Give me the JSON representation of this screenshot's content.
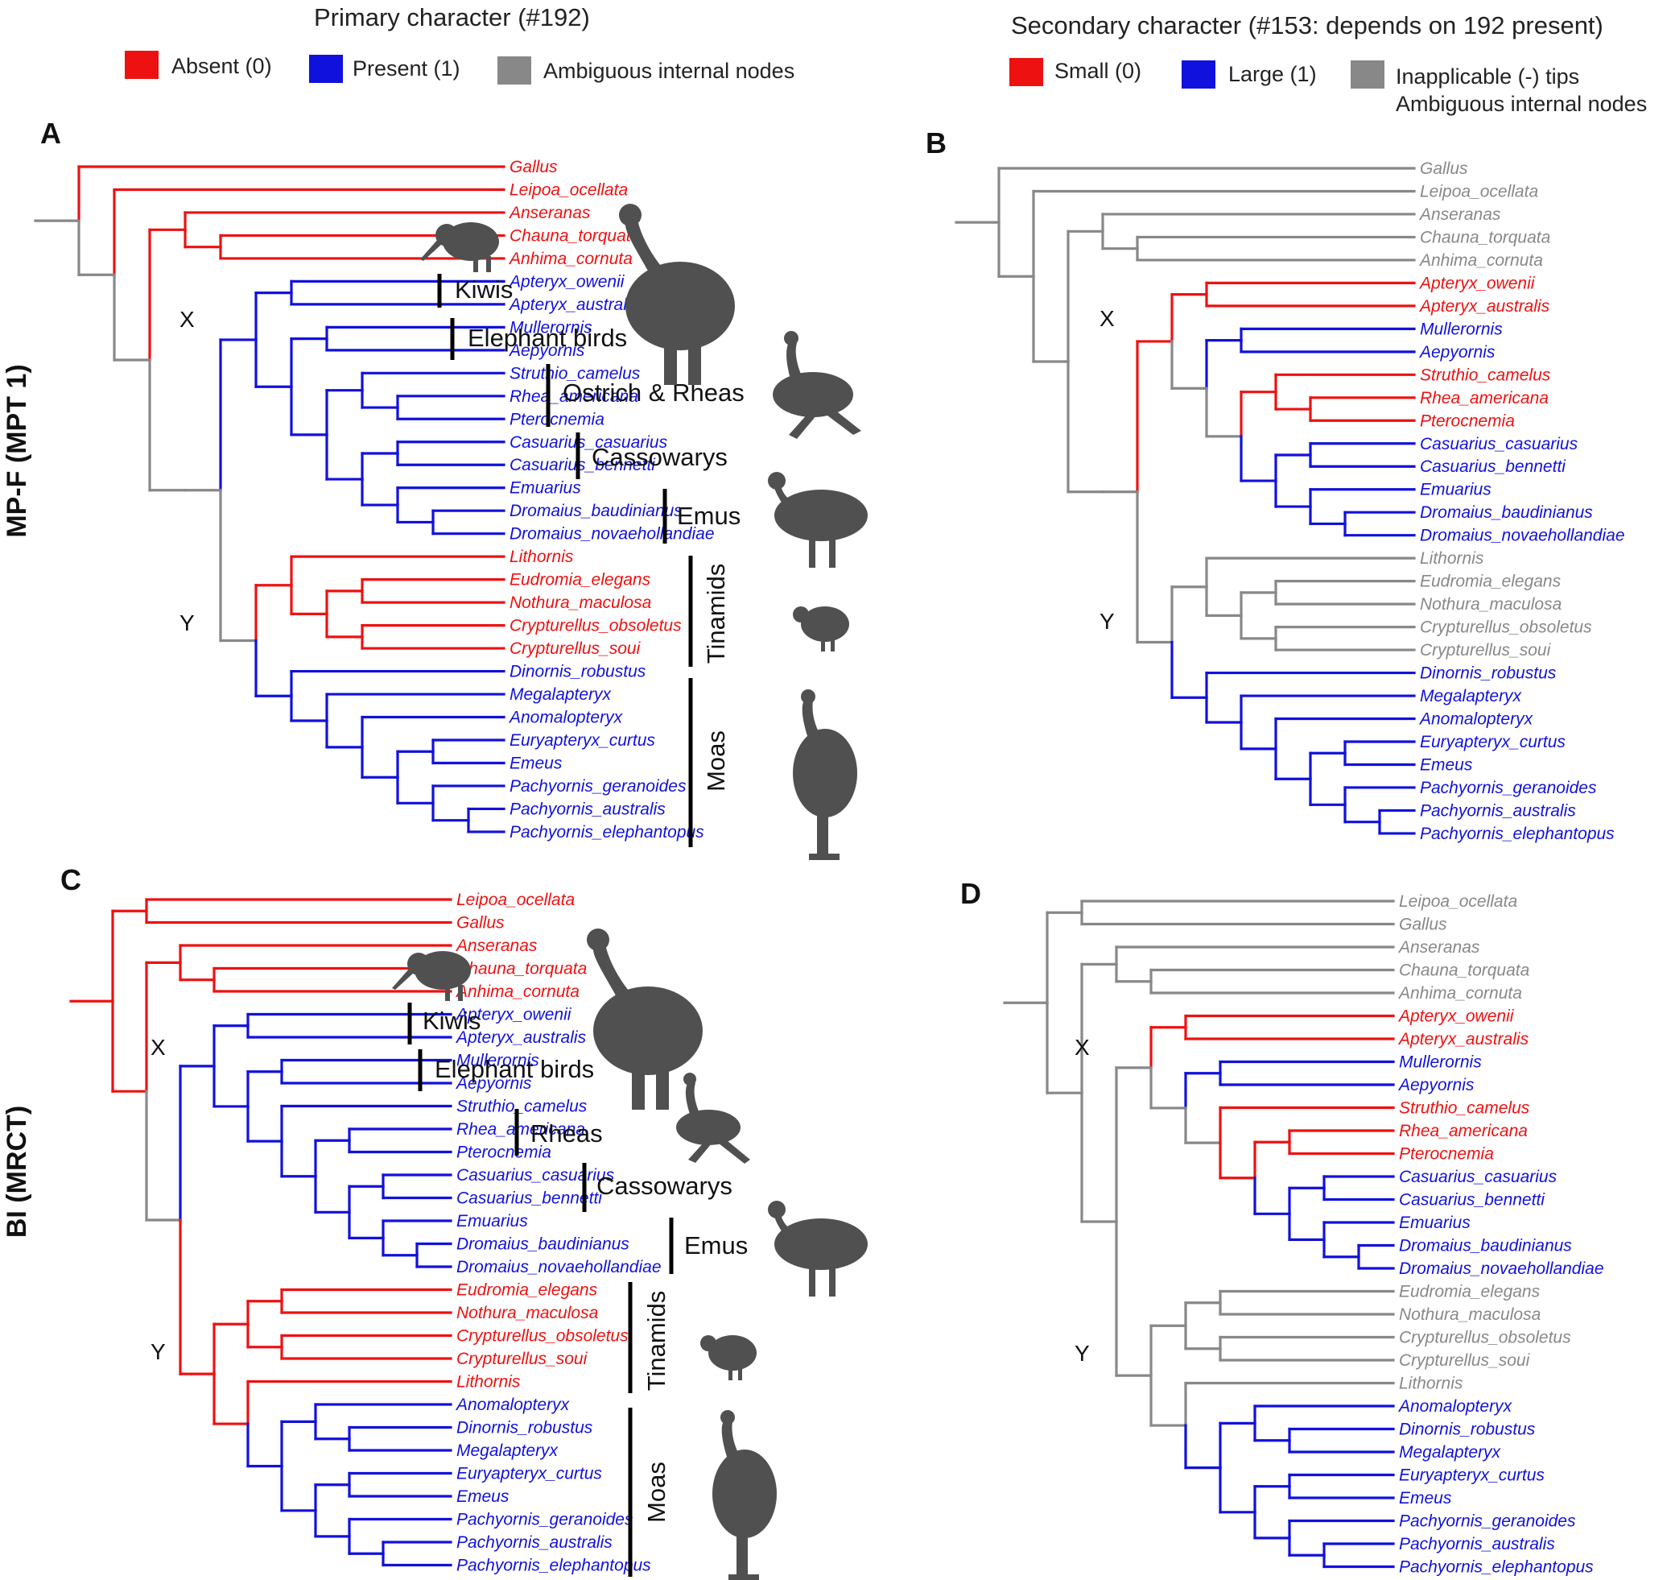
{
  "colors": {
    "absent": "#ee1111",
    "present": "#1111dd",
    "ambiguous": "#888888"
  },
  "headers": {
    "primary": "Primary character (#192)",
    "secondary": "Secondary character (#153: depends on 192 present)"
  },
  "legend_primary": [
    {
      "label": "Absent (0)",
      "color": "#ee1111"
    },
    {
      "label": "Present (1)",
      "color": "#1111dd"
    },
    {
      "label": "Ambiguous internal nodes",
      "color": "#888888"
    }
  ],
  "legend_secondary": [
    {
      "label": "Small (0)",
      "color": "#ee1111"
    },
    {
      "label": "Large (1)",
      "color": "#1111dd"
    },
    {
      "label": "Inapplicable (-) tips",
      "label2": "Ambiguous internal nodes",
      "color": "#888888"
    }
  ],
  "side_labels": {
    "top": "MP-F (MPT 1)",
    "bottom": "BI (MRCT)"
  },
  "panel_letters": [
    "A",
    "B",
    "C",
    "D"
  ],
  "node_labels": {
    "x": "X",
    "y": "Y"
  },
  "clades_top": [
    "Kiwis",
    "Elephant birds",
    "Ostrich & Rheas",
    "Cassowarys",
    "Emus",
    "Tinamids",
    "Moas"
  ],
  "clades_bottom": [
    "Kiwis",
    "Elephant birds",
    "Rheas",
    "Cassowarys",
    "Emus",
    "Tinamids",
    "Moas"
  ],
  "trees": {
    "top_taxa": [
      "Gallus",
      "Leipoa_ocellata",
      "Anseranas",
      "Chauna_torquata",
      "Anhima_cornuta",
      "Apteryx_owenii",
      "Apteryx_australis",
      "Mullerornis",
      "Aepyornis",
      "Struthio_camelus",
      "Rhea_americana",
      "Pterocnemia",
      "Casuarius_casuarius",
      "Casuarius_bennetti",
      "Emuarius",
      "Dromaius_baudinianus",
      "Dromaius_novaehollandiae",
      "Lithornis",
      "Eudromia_elegans",
      "Nothura_maculosa",
      "Crypturellus_obsoletus",
      "Crypturellus_soui",
      "Dinornis_robustus",
      "Megalapteryx",
      "Anomalopteryx",
      "Euryapteryx_curtus",
      "Emeus",
      "Pachyornis_geranoides",
      "Pachyornis_australis",
      "Pachyornis_elephantopus"
    ],
    "bottom_taxa": [
      "Leipoa_ocellata",
      "Gallus",
      "Anseranas",
      "Chauna_torquata",
      "Anhima_cornuta",
      "Apteryx_owenii",
      "Apteryx_australis",
      "Mullerornis",
      "Aepyornis",
      "Struthio_camelus",
      "Rhea_americana",
      "Pterocnemia",
      "Casuarius_casuarius",
      "Casuarius_bennetti",
      "Emuarius",
      "Dromaius_baudinianus",
      "Dromaius_novaehollandiae",
      "Eudromia_elegans",
      "Nothura_maculosa",
      "Crypturellus_obsoletus",
      "Crypturellus_soui",
      "Lithornis",
      "Anomalopteryx",
      "Dinornis_robustus",
      "Megalapteryx",
      "Euryapteryx_curtus",
      "Emeus",
      "Pachyornis_geranoides",
      "Pachyornis_australis",
      "Pachyornis_elephantopus"
    ],
    "A": {
      "tips": "RRRRRBBBBBBBBBBBBRRRRRBBBBBBBB"
    },
    "B": {
      "tips": "GGGGGRRBBRRRBBBBBGGGGGBBBBBBBB"
    },
    "C": {
      "tips": "RRRRRBBBBBBBBBBBBRRRRRBBBBBBBB"
    },
    "D": {
      "tips": "GGGGGRRBBRRRBBBBBGGGGGBBBBBBBB"
    }
  }
}
